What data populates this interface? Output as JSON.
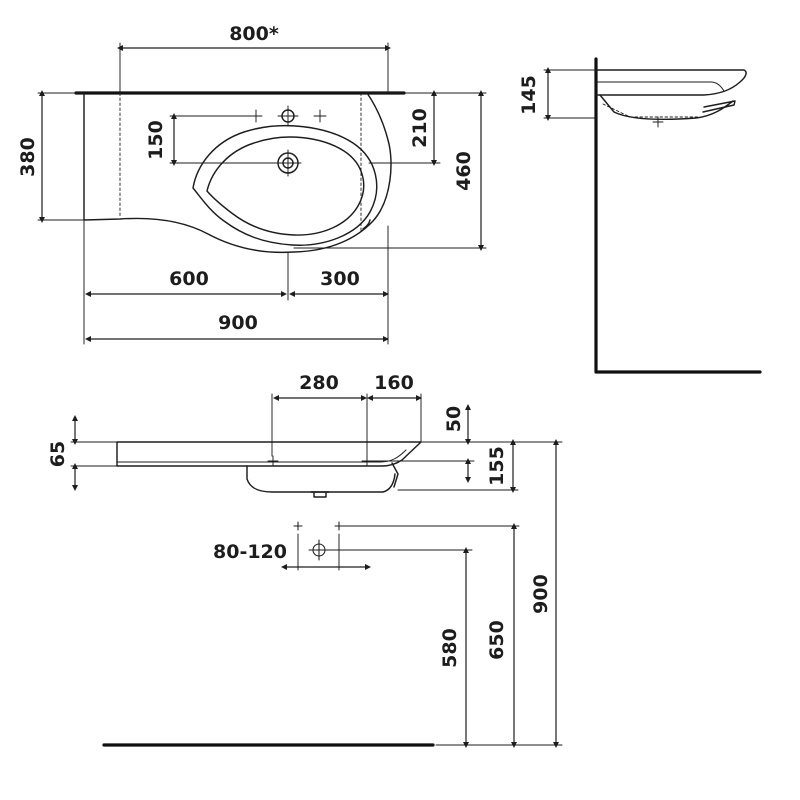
{
  "plan_view": {
    "width_top": "800*",
    "left_depth": "380",
    "tap_hole_offset": "150",
    "right_inner_depth": "210",
    "right_depth": "460",
    "bowl_left_length": "600",
    "bowl_right_length": "300",
    "total_width": "900"
  },
  "side_view": {
    "height": "145"
  },
  "front_view": {
    "fixing_left_spacing": "280",
    "fixing_right_spacing": "160",
    "top_offset": "50",
    "rim_height": "65",
    "drain_depth": "155",
    "floor_to_top": "900"
  },
  "installation": {
    "waste_offset": "80-120",
    "waste_height": "580",
    "supply_height": "650"
  }
}
